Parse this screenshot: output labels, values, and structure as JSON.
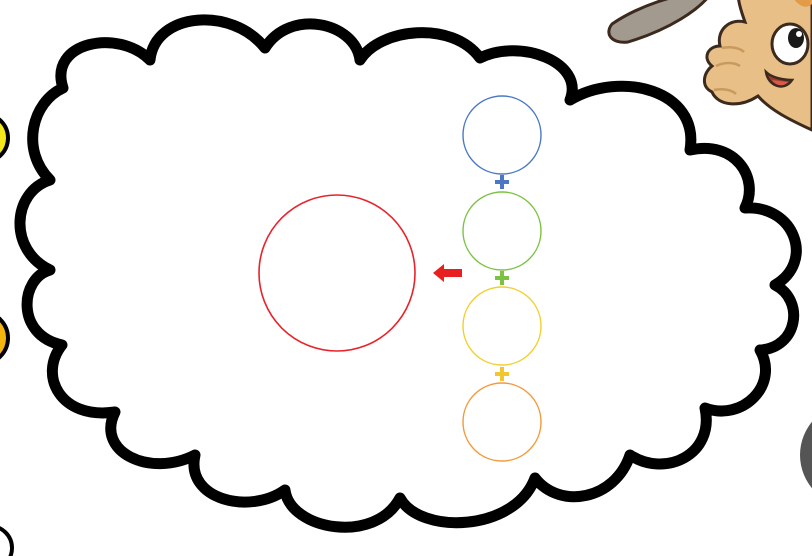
{
  "board": {
    "cloud_fill": "#ffffff",
    "cloud_outline": "#000000"
  },
  "result_slot": {
    "name": "result",
    "color": "#e8232a"
  },
  "ingredient_slots": [
    {
      "name": "blue",
      "color": "#4a78c4"
    },
    {
      "name": "green",
      "color": "#7cc242"
    },
    {
      "name": "yellow",
      "color": "#f2cf2c"
    },
    {
      "name": "orange",
      "color": "#f3993a"
    }
  ],
  "plus_signs": [
    {
      "color": "#4a78c4"
    },
    {
      "color": "#7cc242"
    },
    {
      "color": "#f2c531"
    }
  ],
  "arrow": {
    "color": "#e81f1f",
    "direction": "left"
  },
  "side_buttons": [
    {
      "color": "#f2e81c",
      "icon": "yellow-circle-button"
    },
    {
      "color": "#f2b60f",
      "icon": "orange-circle-button"
    },
    {
      "color": "#ffffff",
      "icon": "white-circle-button"
    }
  ],
  "mascot": {
    "icon": "cartoon-mascot-icon",
    "colors": {
      "skin": "#e8bf86",
      "skin_shade": "#c99a5e",
      "ear": "#a39a8f",
      "outline": "#3b2a1d",
      "eye_white": "#ffffff",
      "pupil": "#1a1a1a",
      "mouth": "#9e3b2a",
      "tongue": "#d85a4a",
      "hair": "#e39b4a"
    }
  },
  "corner_disc": {
    "color": "#555555"
  }
}
